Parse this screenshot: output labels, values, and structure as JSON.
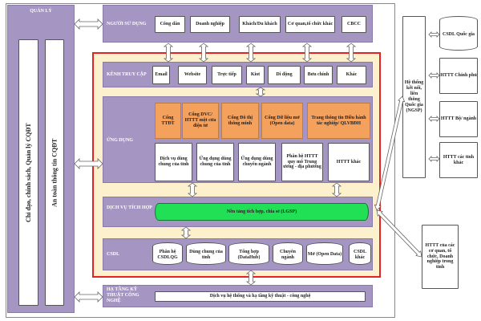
{
  "management": {
    "title": "QUẢN LÝ",
    "policy": "Chỉ đạo, chính sách, Quản lý CQĐT",
    "security": "An toàn thông tin CQĐT"
  },
  "users": {
    "label": "NGƯỜI SỬ DỤNG",
    "items": [
      "Công dân",
      "Doanh nghiệp",
      "Khách/Du khách",
      "Cơ quan,tổ chức khác",
      "CBCC"
    ]
  },
  "channels": {
    "label": "KÊNH TRUY CẬP",
    "items": [
      "Email",
      "Website",
      "Trực tiếp",
      "Kiot",
      "Di động",
      "Bưu chính",
      "Khác"
    ]
  },
  "apps": {
    "label": "ỨNG DỤNG",
    "portals": [
      "Cổng TTĐT",
      "Cổng DVC/ HTTT một cửa điện tử",
      "Cổng Đô thị thông minh",
      "Cổng Dữ liệu mở (Open data)",
      "Trang thông tin Điều hành tác nghiệp/ QLVBĐH"
    ],
    "systems": [
      "Dịch vụ dùng chung của tỉnh",
      "Ứng dụng dùng chung của tỉnh",
      "Ứng dụng dùng chuyên ngành",
      "Phân hệ HTTT quy mô Trung ương - địa phương",
      "HTTT khác"
    ]
  },
  "integration": {
    "label": "DỊCH VỤ TÍCH HỢP",
    "platform": "Nền tảng tích hợp, chia sẻ (LGSP)"
  },
  "databases": {
    "label": "CSDL",
    "items": [
      "Phân hệ CSDLQG",
      "Dùng chung của tỉnh",
      "Tổng hợp (DataHub)",
      "Chuyên ngành",
      "Mở (Open Data)",
      "CSDL khác"
    ]
  },
  "infrastructure": {
    "label": "HẠ TẦNG KỸ THUẬT CÔNG NGHỆ",
    "service": "Dịch vụ hệ thống và hạ tầng kỹ thuật - công nghệ"
  },
  "national": {
    "ngsp": "Hệ thống kết nối, liên thông Quốc gia (NGSP)",
    "items": [
      "CSDL Quốc gia",
      "HTTT Chính phủ",
      "HTTT Bộ/ ngành",
      "HTTT các tỉnh khác"
    ],
    "local": "HTTT của các cơ quan, tổ chức, Doanh nghiệp trong tỉnh"
  }
}
